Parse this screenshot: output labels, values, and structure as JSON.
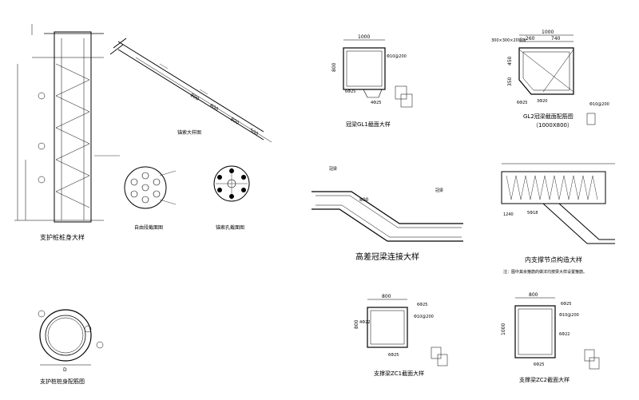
{
  "titles": {
    "pile_body": "支护桩桩身大样",
    "anchor": "锚索大样图",
    "anchor_section_a": "自由段截面图",
    "anchor_section_b": "锚索孔截面图",
    "pile_reinf": "支护桩桩身配筋图",
    "gl1": "冠梁GL1截面大样",
    "gl2": "GL2冠梁截面配筋图",
    "gl2_size": "（1000X800）",
    "step_beam": "高差冠梁连接大样",
    "inner_node": "内支撑节点构造大样",
    "zc1": "支撑梁ZC1截面大样",
    "zc2": "支撑梁ZC2截面大样"
  },
  "labels": {
    "beam_left": "冠梁",
    "beam_right": "冠梁",
    "step_800": "800",
    "note": "注：图中其余箍筋的做法均按梁大样设置箍筋。",
    "gl1_width": "1000",
    "gl1_height": "800",
    "gl1_bar_top": "6Φ25",
    "gl1_bar_side": "Φ10@200",
    "gl1_bar_bot": "4Φ25",
    "gl2_width": "1000",
    "gl2_sub1": "260",
    "gl2_sub2": "740",
    "gl2_h1": "450",
    "gl2_h2": "350",
    "gl2_haunch": "300×300×20钢板",
    "gl2_bar_bot": "3Φ20",
    "gl2_bar_top": "6Φ25",
    "gl2_hoop": "Φ10@200",
    "zc1_width": "800",
    "zc1_height": "800",
    "zc1_top": "6Φ25",
    "zc1_side": "4Φ22",
    "zc1_hoop": "Φ10@200",
    "zc1_bot": "6Φ25",
    "zc2_width": "800",
    "zc2_height": "1000",
    "zc2_top": "6Φ25",
    "zc2_side": "6Φ22",
    "zc2_hoop": "Φ10@200",
    "zc2_bot": "6Φ25",
    "node_5818": "5Φ18",
    "node_1240": "1240",
    "pile_d": "D",
    "anchor_len_1": "800",
    "anchor_len_2": "800",
    "anchor_len_3": "800",
    "anchor_len_4": "500"
  }
}
